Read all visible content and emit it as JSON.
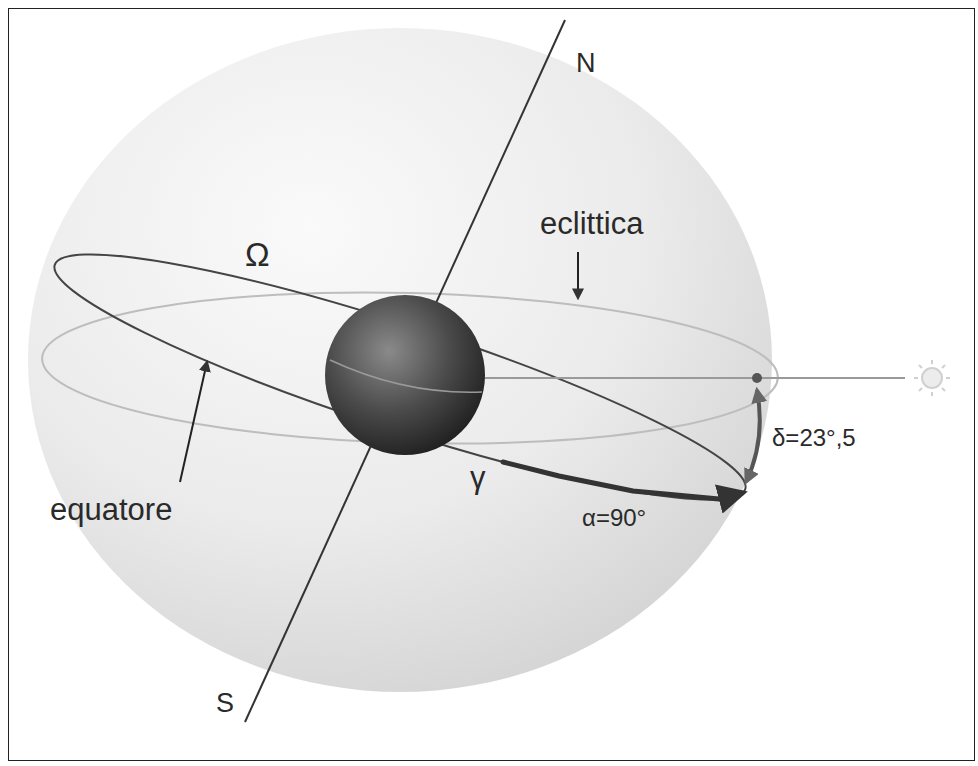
{
  "diagram": {
    "labels": [
      "N",
      "S",
      "eclittica",
      "equatore",
      "Ω",
      "γ",
      "α=90°",
      "δ=23°,5"
    ]
  }
}
